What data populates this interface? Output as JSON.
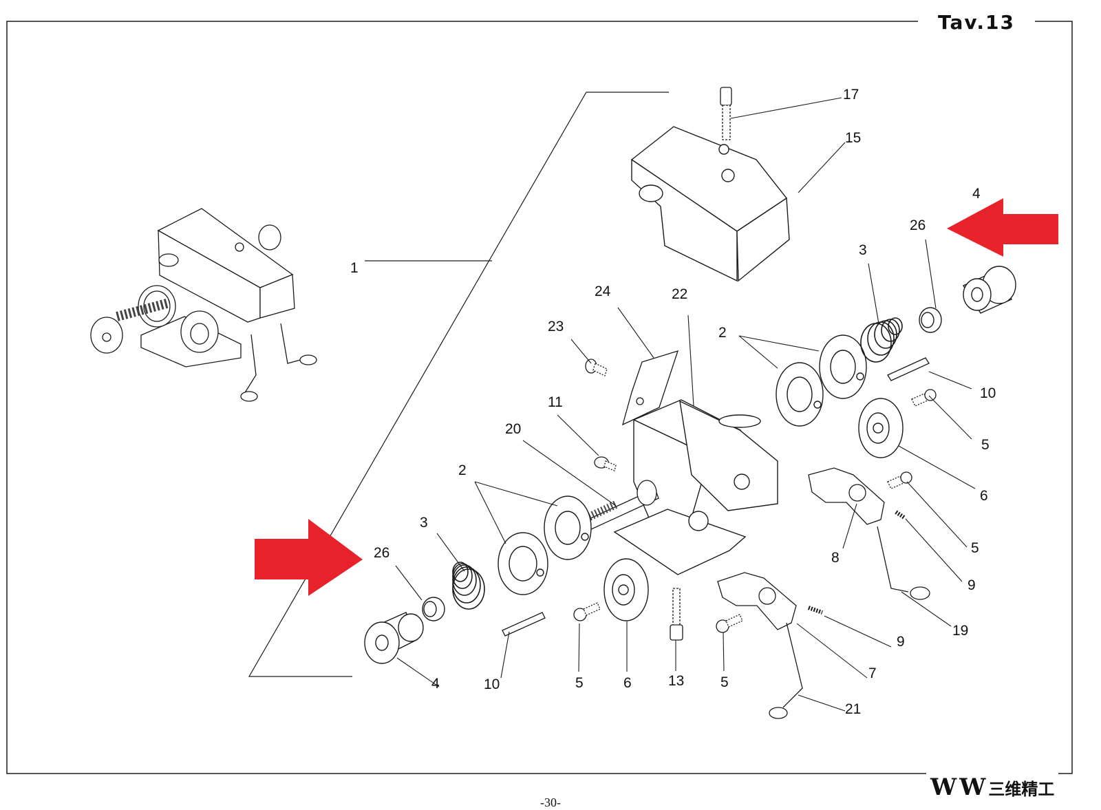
{
  "header": {
    "title": "Tav.13"
  },
  "footer": {
    "page_number": "-30-",
    "logo_mark": "W",
    "logo_text": "三维精工"
  },
  "part_labels": {
    "l1": "1",
    "l17": "17",
    "l15": "15",
    "l4_top": "4",
    "l26_top": "26",
    "l3_top": "3",
    "l24": "24",
    "l22": "22",
    "l23": "23",
    "l2_top": "2",
    "l10_right": "10",
    "l11": "11",
    "l5_r1": "5",
    "l20": "20",
    "l6_right": "6",
    "l2_left": "2",
    "l5_r2": "5",
    "l8": "8",
    "l3_left": "3",
    "l26_left": "26",
    "l9_r": "9",
    "l19": "19",
    "l9_b": "9",
    "l7": "7",
    "l4_bottom": "4",
    "l10_bottom": "10",
    "l5_b1": "5",
    "l6_bottom": "6",
    "l13": "13",
    "l5_b2": "5",
    "l21": "21"
  },
  "colors": {
    "arrow": "#e8222a",
    "line": "#1a1a1a",
    "background": "#ffffff"
  }
}
